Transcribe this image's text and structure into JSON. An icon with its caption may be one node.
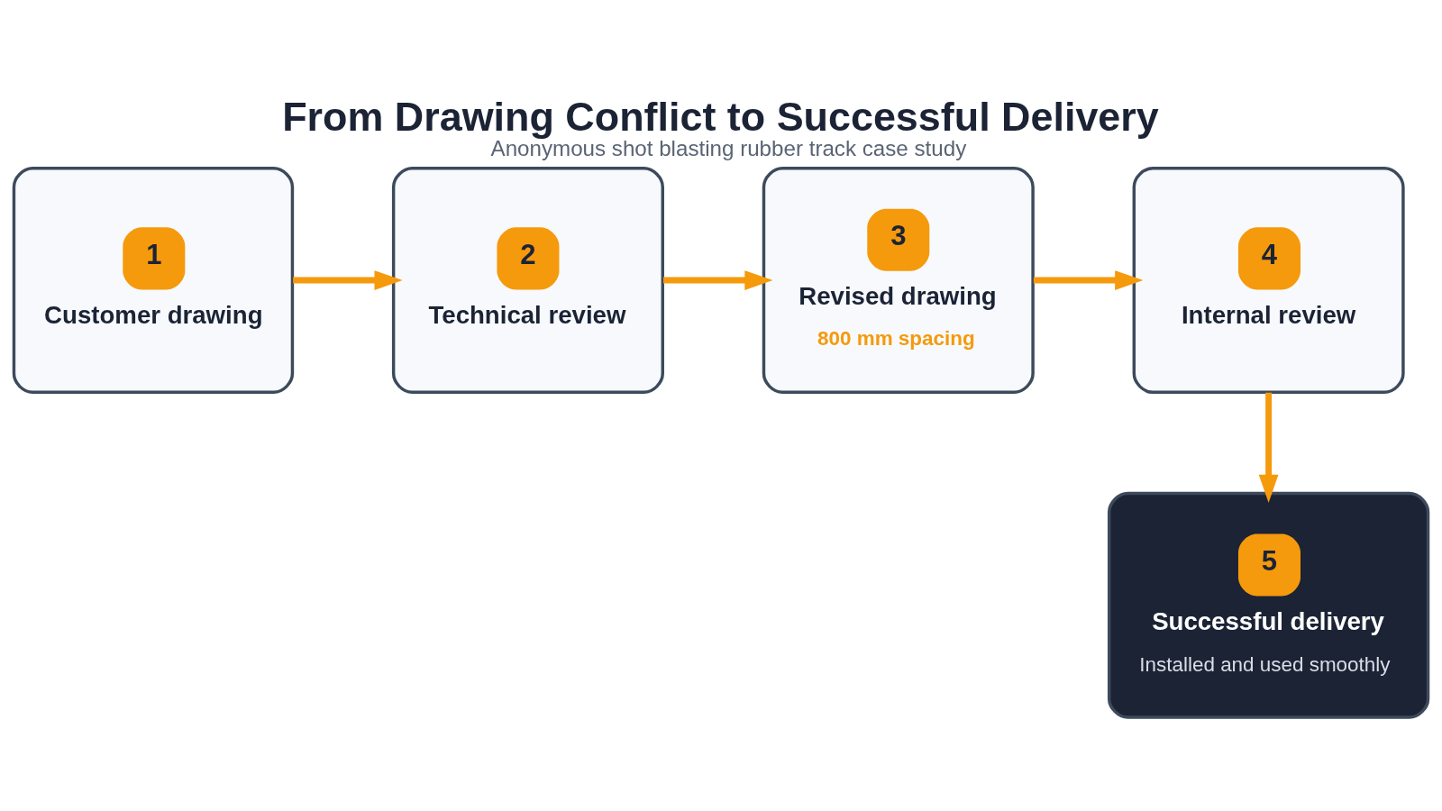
{
  "diagram": {
    "title": "From Drawing Conflict to Successful Delivery",
    "caption": "Anonymous shot blasting rubber track case study",
    "nodes": [
      {
        "text": [
          "1",
          "Customer drawing"
        ]
      },
      {
        "text": [
          "2",
          "Technical review"
        ]
      },
      {
        "text": [
          "3",
          "Revised drawing",
          "800 mm spacing"
        ]
      },
      {
        "text": [
          "4",
          "Internal review"
        ]
      },
      {
        "text": [
          "5",
          "Successful delivery",
          "Installed and used smoothly"
        ]
      }
    ],
    "edges": [
      {
        "from": 0,
        "to": 1,
        "arrow": "to"
      },
      {
        "from": 1,
        "to": 2,
        "arrow": "to"
      },
      {
        "from": 2,
        "to": 3,
        "arrow": "to"
      },
      {
        "from": 3,
        "to": 4,
        "arrow": "to"
      }
    ]
  }
}
